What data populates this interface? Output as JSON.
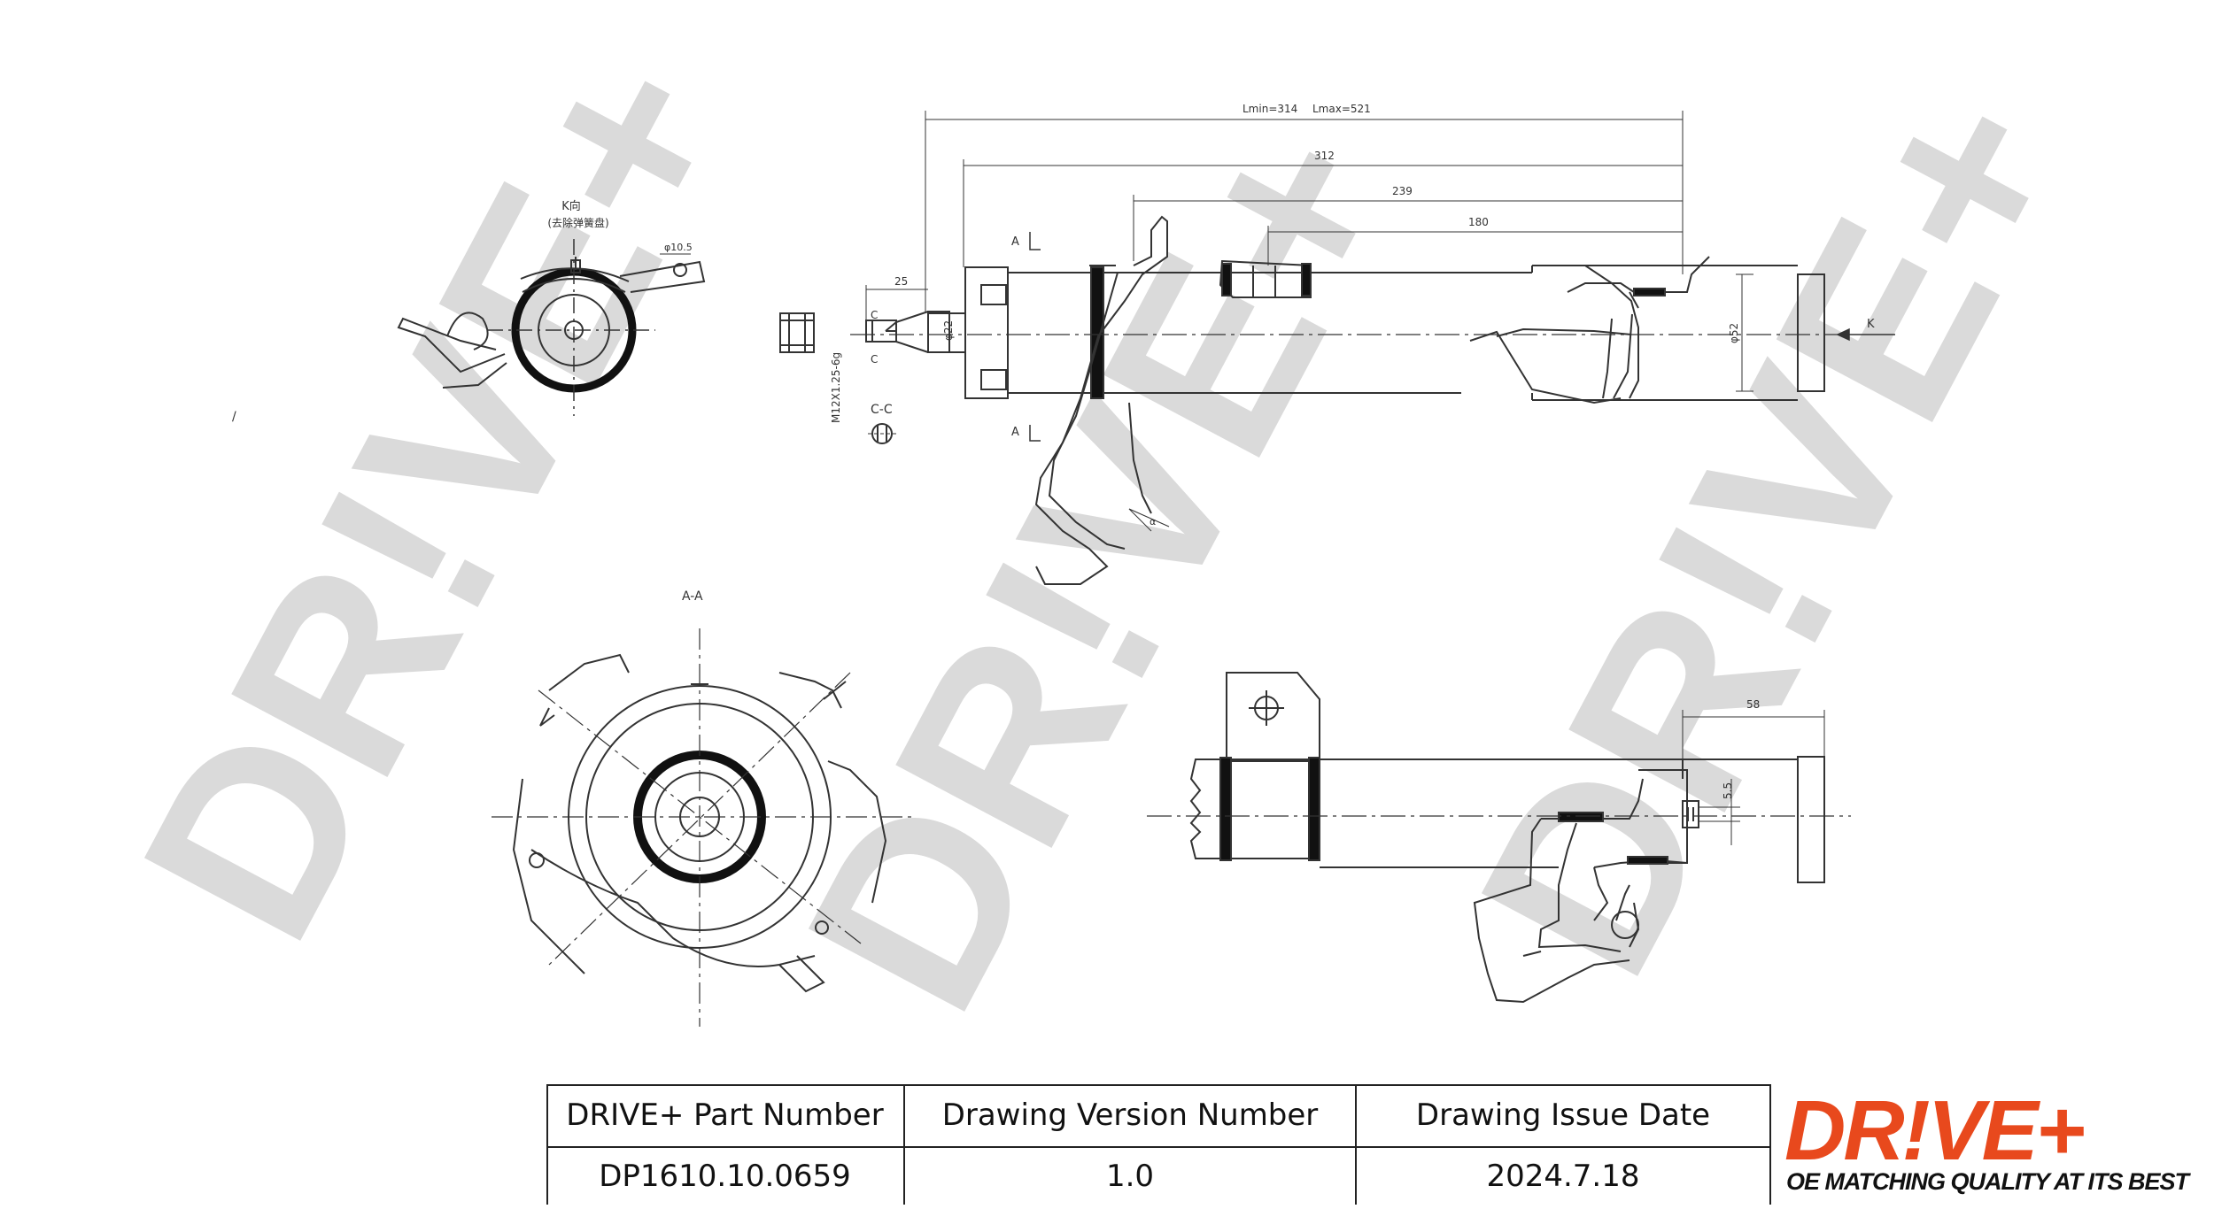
{
  "watermark": {
    "text": "DR!VE+",
    "color": "#d9d9d9"
  },
  "dimensions": {
    "lmin": "Lmin=314",
    "lmax": "Lmax=521",
    "d312": "312",
    "d239": "239",
    "d180": "180",
    "d25": "25",
    "d58": "58",
    "d5_5": "5.5",
    "dia22": "φ22",
    "dia52": "φ52",
    "dia10_5": "φ10.5",
    "thread": "M12X1.25-6g",
    "angle_a": "α"
  },
  "section_labels": {
    "k_view": "K向",
    "k_view_note": "(去除弹簧盘)",
    "aa_title": "A-A",
    "cc_title": "C-C",
    "a_top": "A",
    "a_bottom": "A",
    "c_top": "C",
    "c_bottom": "C",
    "k_arrow": "K"
  },
  "title_block": {
    "headers": [
      "DRIVE+ Part Number",
      "Drawing Version Number",
      "Drawing Issue Date"
    ],
    "values": [
      "DP1610.10.0659",
      "1.0",
      "2024.7.18"
    ]
  },
  "logo": {
    "wordmark": "DR!VE+",
    "tagline": "OE MATCHING QUALITY AT ITS BEST",
    "accent_color": "#e8491d"
  }
}
